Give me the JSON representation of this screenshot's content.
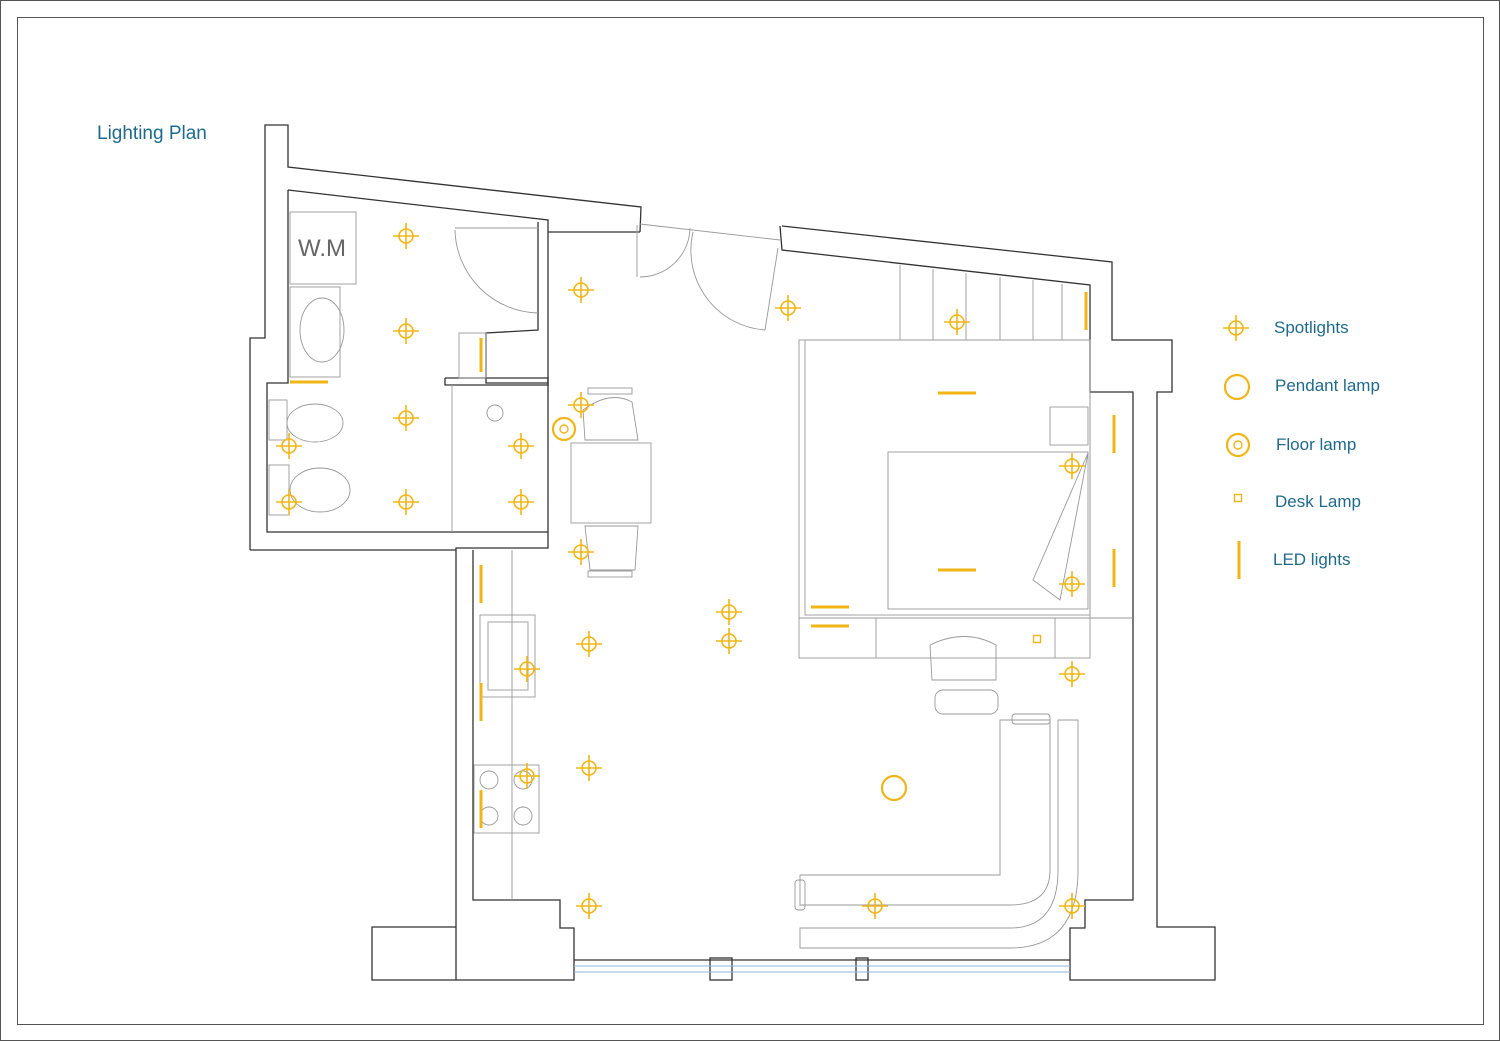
{
  "title": "Lighting Plan",
  "room_label": "W.M",
  "colors": {
    "lamp": "#f2b517",
    "text": "#1f6a8c",
    "wall": "#333333",
    "furniture": "#999999"
  },
  "legend": [
    {
      "icon": "spotlight-icon",
      "label": "Spotlights"
    },
    {
      "icon": "pendant-lamp-icon",
      "label": "Pendant lamp"
    },
    {
      "icon": "floor-lamp-icon",
      "label": "Floor lamp"
    },
    {
      "icon": "desk-lamp-icon",
      "label": "Desk Lamp"
    },
    {
      "icon": "led-light-icon",
      "label": "LED lights"
    }
  ]
}
